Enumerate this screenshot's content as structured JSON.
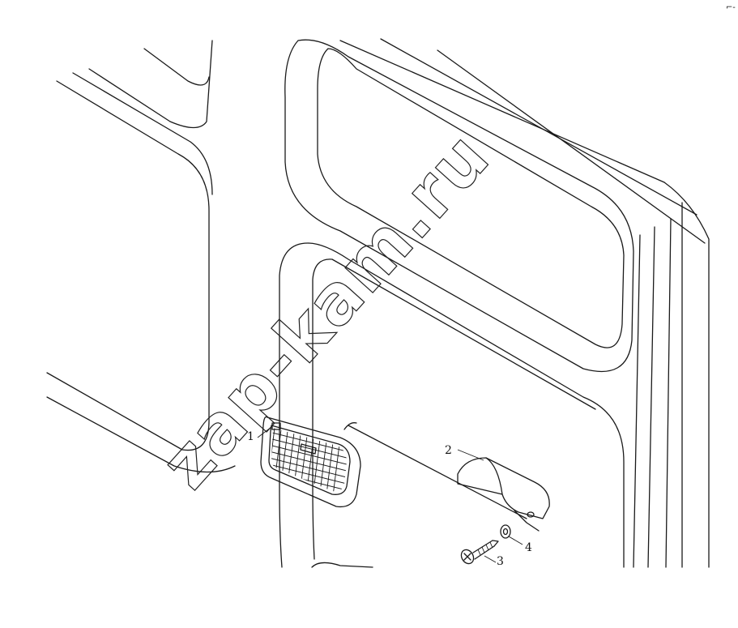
{
  "callouts": {
    "c1": "1",
    "c2": "2",
    "c3": "3",
    "c4": "4"
  },
  "watermark": "zap-kam.ru",
  "corner_mark": "⌐-"
}
